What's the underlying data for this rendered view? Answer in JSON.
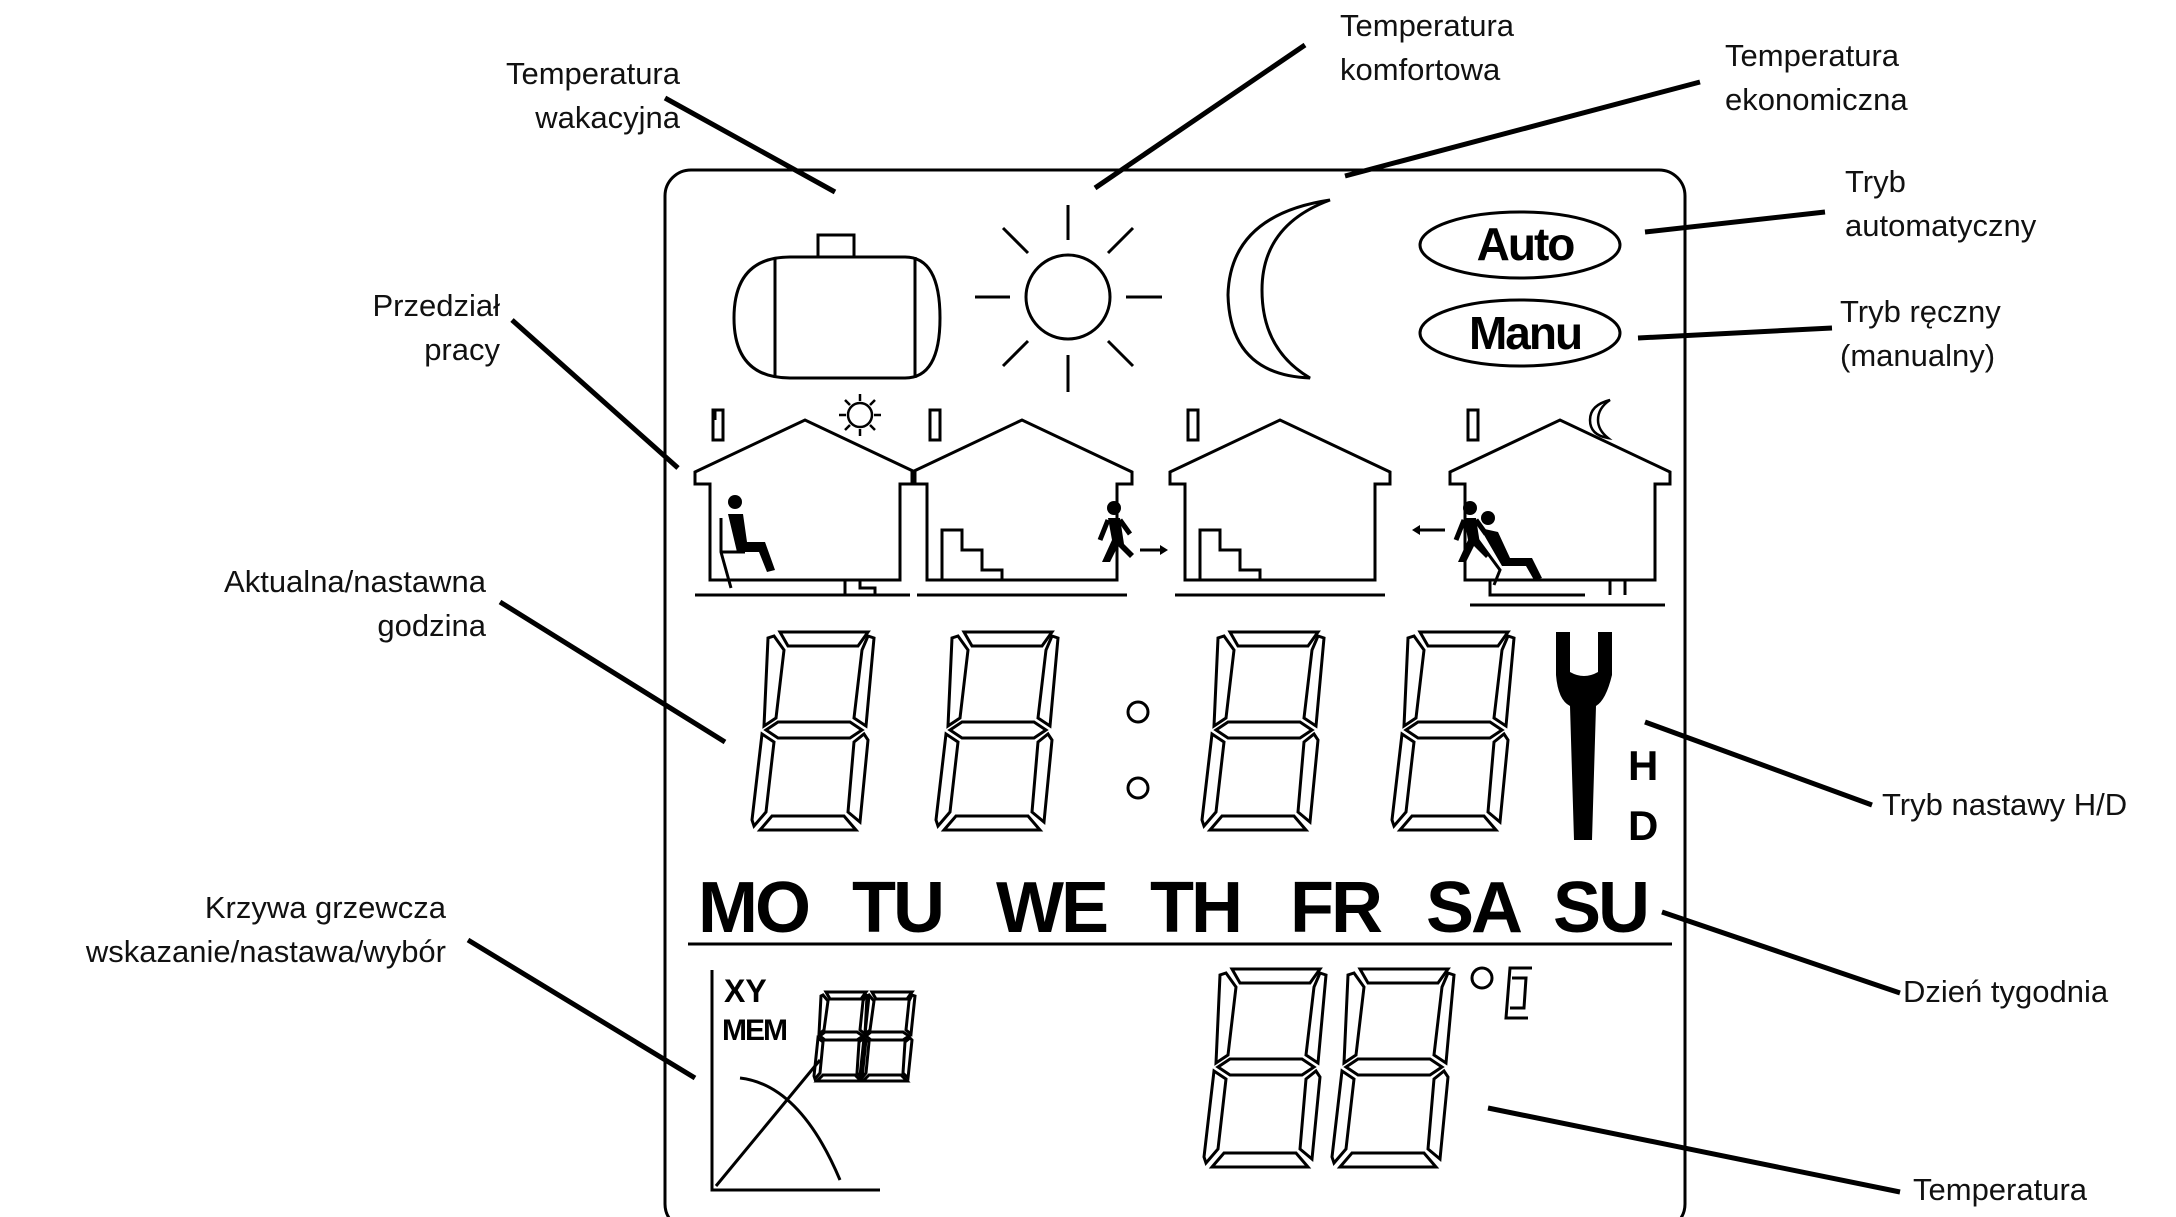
{
  "labels": {
    "vacation": [
      "Temperatura",
      "wakacyjna"
    ],
    "comfort": [
      "Temperatura",
      "komfortowa"
    ],
    "economy": [
      "Temperatura",
      "ekonomiczna"
    ],
    "auto_mode": [
      "Tryb",
      "automatyczny"
    ],
    "manual_mode": [
      "Tryb ręczny",
      "(manualny)"
    ],
    "work_period": [
      "Przedział",
      "pracy"
    ],
    "current_time": [
      "Aktualna/nastawna",
      "godzina"
    ],
    "hd_mode": "Tryb nastawy H/D",
    "heating_curve": [
      "Krzywa grzewcza",
      "wskazanie/nastawa/wybór"
    ],
    "weekday": "Dzień tygodnia",
    "temperature": "Temperatura"
  },
  "display": {
    "auto": "Auto",
    "manu": "Manu",
    "h": "H",
    "d": "D",
    "days": [
      "MO",
      "TU",
      "WE",
      "TH",
      "FR",
      "SA",
      "SU"
    ],
    "xy": "XY",
    "mem": "MEM",
    "unit": "°C"
  },
  "icons": [
    "suitcase-icon",
    "sun-icon",
    "moon-icon",
    "house-icon",
    "wrench-icon",
    "person-icon",
    "heating-curve-icon"
  ]
}
